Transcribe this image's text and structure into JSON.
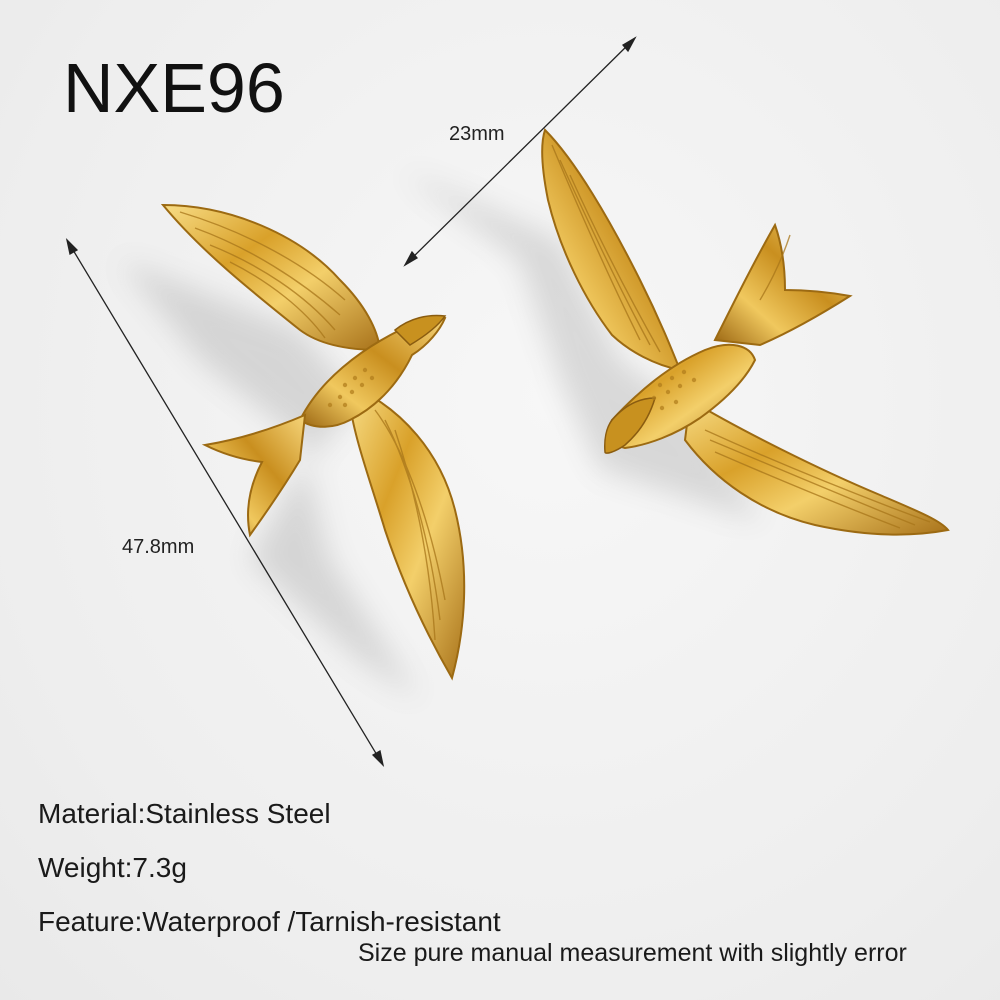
{
  "product": {
    "code": "NXE96"
  },
  "dimensions": {
    "width_label": "23mm",
    "length_label": "47.8mm"
  },
  "specs": {
    "material": "Material:Stainless Steel",
    "weight": "Weight:7.3g",
    "feature": "Feature:Waterproof /Tarnish-resistant"
  },
  "note": "Size pure manual measurement with slightly error",
  "colors": {
    "background": "#f1f1f1",
    "gold_light": "#f6d77a",
    "gold_mid": "#d9a52c",
    "gold_dark": "#9c6a12",
    "text": "#111111"
  }
}
